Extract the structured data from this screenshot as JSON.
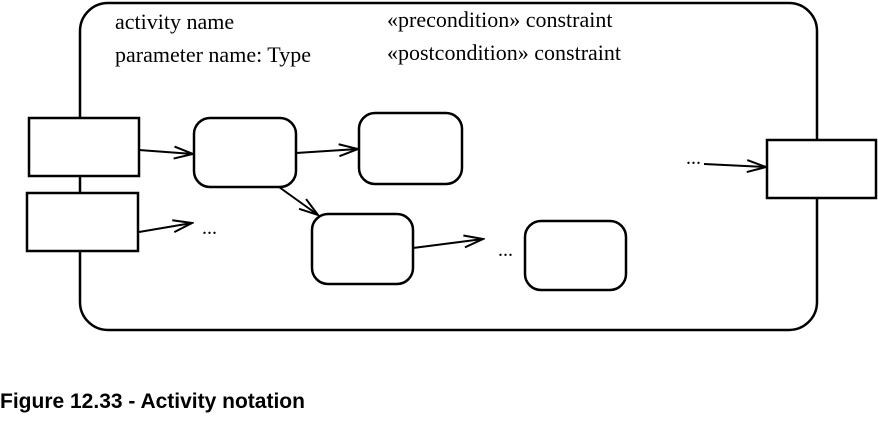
{
  "activity": {
    "name_label": "activity name",
    "parameter_label": "parameter name: Type",
    "precondition": "«precondition» constraint",
    "postcondition": "«postcondition» constraint"
  },
  "ellipses": {
    "after_input": "...",
    "before_node": "...",
    "before_output": "..."
  },
  "caption": "Figure 12.33 - Activity notation"
}
